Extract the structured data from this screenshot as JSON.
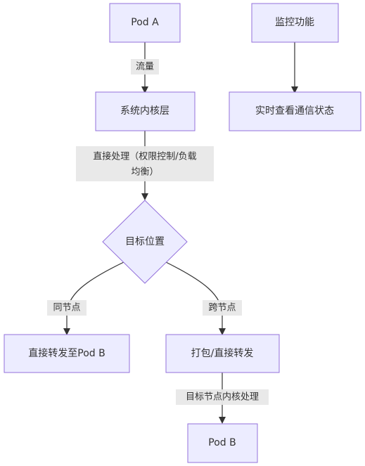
{
  "nodes": {
    "pod_a": "Pod A",
    "monitor": "监控功能",
    "kernel": "系统内核层",
    "realtime": "实时查看通信状态",
    "decision": "目标位置",
    "direct_forward": "直接转发至Pod B",
    "pack_forward": "打包/直接转发",
    "pod_b": "Pod B"
  },
  "edges": {
    "traffic": "流量",
    "direct_process_line1": "直接处理（权限控制/负载",
    "direct_process_line2": "均衡）",
    "same_node": "同节点",
    "cross_node": "跨节点",
    "target_kernel": "目标节点内核处理"
  },
  "colors": {
    "node_fill": "#ECECFF",
    "node_stroke": "#9370DB",
    "edge": "#333333",
    "label_bg": "#e8e8e8"
  }
}
